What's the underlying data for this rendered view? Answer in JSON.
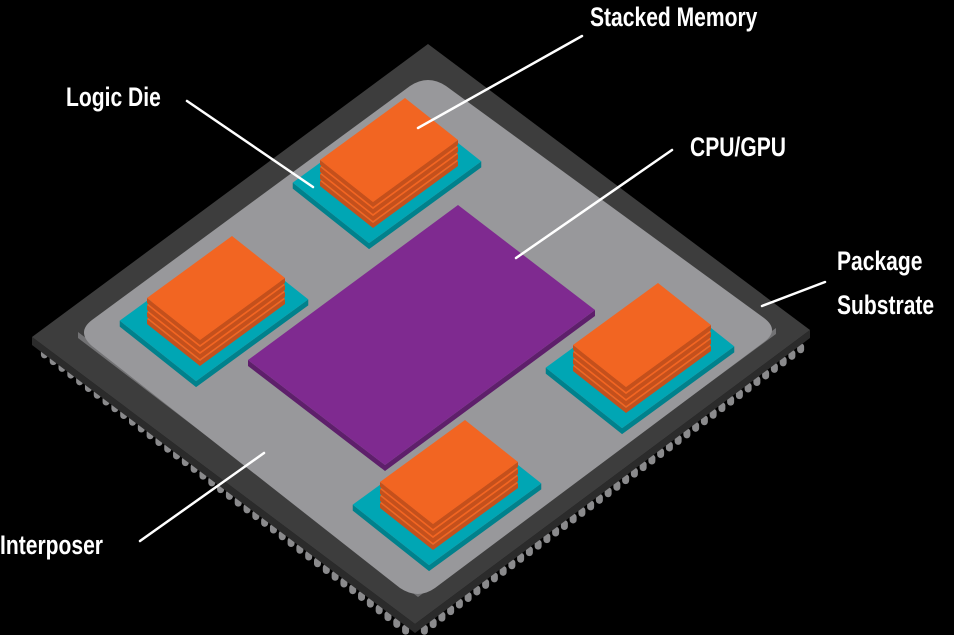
{
  "labels": {
    "stacked_memory": "Stacked Memory",
    "logic_die": "Logic Die",
    "cpu_gpu": "CPU/GPU",
    "package_substrate_line1": "Package",
    "package_substrate_line2": "Substrate",
    "interposer": "Interposer"
  },
  "colors": {
    "background": "#000000",
    "substrate": "#3d3d3d",
    "interposer": "#98989b",
    "memory": "#f26522",
    "logic_die": "#00a6b4",
    "cpu_gpu": "#7f2a90",
    "label_text": "#ffffff"
  }
}
